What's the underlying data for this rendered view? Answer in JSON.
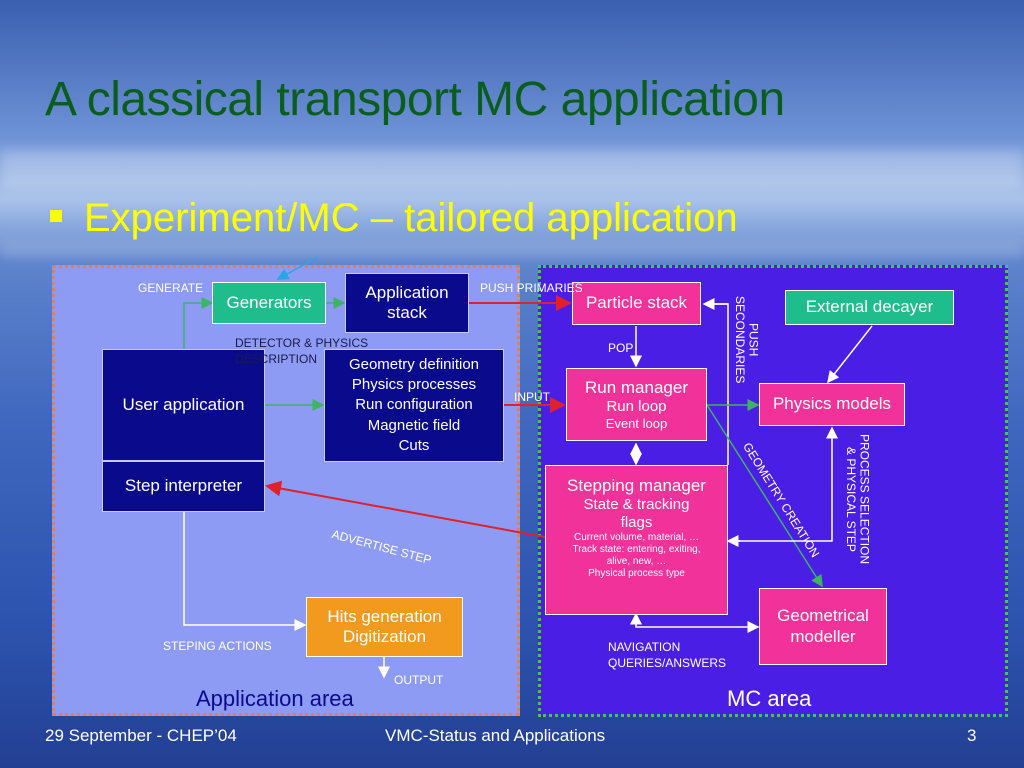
{
  "title": "A classical transport MC application",
  "bullet": "Experiment/MC – tailored application",
  "areas": {
    "application": "Application area",
    "mc": "MC area"
  },
  "boxes": {
    "generators": "Generators",
    "application_stack": [
      "Application",
      "stack"
    ],
    "user_application": "User application",
    "step_interpreter": "Step interpreter",
    "geometry_definition": [
      "Geometry definition",
      "Physics processes",
      "Run configuration",
      "Magnetic field",
      "Cuts"
    ],
    "hits_generation": [
      "Hits generation",
      "Digitization"
    ],
    "particle_stack": "Particle stack",
    "external_decayer": "External decayer",
    "run_manager": [
      "Run manager",
      "Run loop",
      "Event loop"
    ],
    "physics_models": "Physics models",
    "stepping_manager": [
      "Stepping manager",
      "State & tracking",
      "flags",
      "Current volume, material, …",
      "Track state: entering, exiting,",
      "alive, new, …",
      "Physical process type"
    ],
    "geometrical_modeller": [
      "Geometrical",
      "modeller"
    ]
  },
  "labels": {
    "generate": "GENERATE",
    "push_primaries": "PUSH PRIMARIES",
    "detector_physics": [
      "DETECTOR & PHYSICS",
      "DESCRIPTION"
    ],
    "input": "INPUT",
    "pop": "POP",
    "push_secondaries": [
      "PUSH",
      "SECONDARIES"
    ],
    "advertise_step": "ADVERTISE STEP",
    "geometry_creation": "GEOMETRY CREATION",
    "process_selection": [
      "PROCESS SELECTION",
      "& PHYSICAL STEP"
    ],
    "steping_actions": "STEPING ACTIONS",
    "output": "OUTPUT",
    "navigation": [
      "NAVIGATION",
      "QUERIES/ANSWERS"
    ]
  },
  "footer": {
    "date": "29 September - CHEP’04",
    "center": "VMC-Status and Applications",
    "page": "3"
  },
  "colors": {
    "title": "#0b5d1e",
    "bullet": "#ffff00",
    "app_area": "#8e9bf4",
    "mc_area": "#4b1ee6",
    "navy_box": "#0a0a8c",
    "pink_box": "#f0329a",
    "teal_box": "#1fbc8c",
    "orange_box": "#f29a1e",
    "arrow_red": "#e0202a",
    "arrow_green": "#3cb464"
  }
}
